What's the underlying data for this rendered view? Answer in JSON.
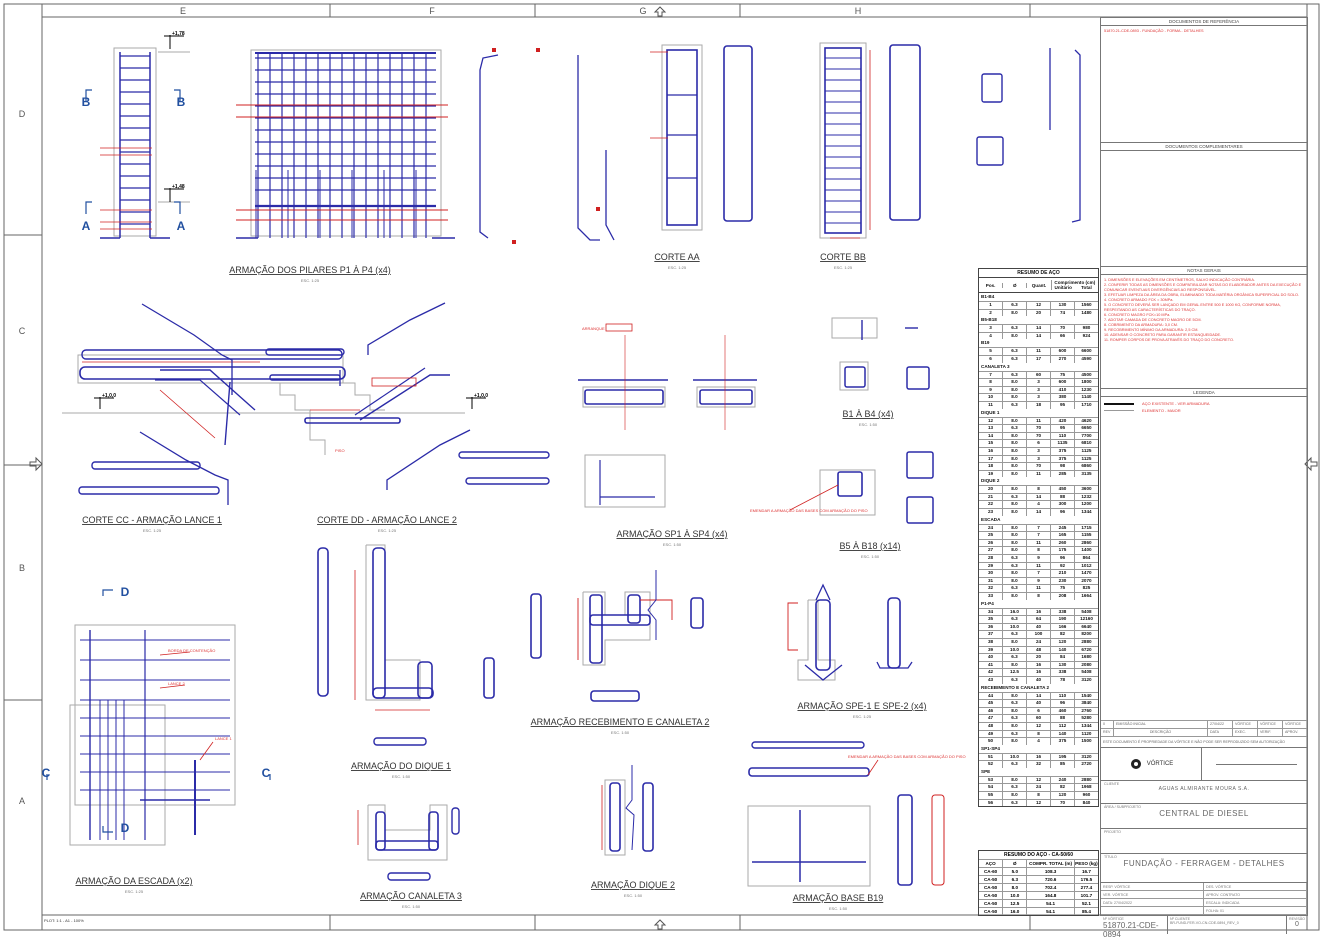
{
  "frame": {
    "columns": [
      "E",
      "F",
      "G",
      "H"
    ],
    "rows": [
      "D",
      "C",
      "B",
      "A"
    ],
    "plot_stamp": "PLOT: 1:1 - A1 - 100%"
  },
  "drawings": [
    {
      "title": "ARMAÇÃO DOS PILARES P1 À P4 (x4)",
      "scale": "ESC. 1:25"
    },
    {
      "title": "CORTE AA",
      "scale": "ESC. 1:25"
    },
    {
      "title": "CORTE BB",
      "scale": "ESC. 1:25"
    },
    {
      "title": "CORTE CC - ARMAÇÃO LANCE 1",
      "scale": "ESC. 1:25"
    },
    {
      "title": "CORTE DD - ARMAÇÃO LANCE 2",
      "scale": "ESC. 1:25"
    },
    {
      "title": "ARMAÇÃO SP1 À SP4 (x4)",
      "scale": "ESC. 1:50"
    },
    {
      "title": "B1 À B4 (x4)",
      "scale": "ESC. 1:50"
    },
    {
      "title": "B5 À B18 (x14)",
      "scale": "ESC. 1:50"
    },
    {
      "title": "ARMAÇÃO DO DIQUE 1",
      "scale": "ESC. 1:50"
    },
    {
      "title": "ARMAÇÃO RECEBIMENTO E CANALETA 2",
      "scale": "ESC. 1:50"
    },
    {
      "title": "ARMAÇÃO SPE-1 E SPE-2 (x4)",
      "scale": "ESC. 1:25"
    },
    {
      "title": "ARMAÇÃO DA ESCADA (x2)",
      "scale": "ESC. 1:25"
    },
    {
      "title": "ARMAÇÃO CANALETA 3",
      "scale": "ESC. 1:50"
    },
    {
      "title": "ARMAÇÃO DIQUE 2",
      "scale": "ESC. 1:50"
    },
    {
      "title": "ARMAÇÃO BASE B19",
      "scale": "ESC. 1:50"
    }
  ],
  "section_marks": {
    "a": "A",
    "b": "B",
    "c": "C",
    "d": "D"
  },
  "levels": {
    "top": "+1,78",
    "mid": "+1,48",
    "stair": "+1,0,0"
  },
  "annotations": {
    "escada_label1": "BORDA DE CONTENÇÃO",
    "escada_label2": "LANCE 2",
    "escada_label3": "LANCE 1",
    "base_note": "EMENDAR A ARMAÇÃO DAS BASES COM ARMAÇÃO DO PISO",
    "b5_note": "EMENDAR A ARMAÇÃO DAS BASES COM ARMAÇÃO DO PISO",
    "dd_label": "PISO",
    "sp_label": "ARRANQUE"
  },
  "steel_table": {
    "title": "RESUMO DE AÇO",
    "headers": [
      "Pos.",
      "Ø",
      "Quant.",
      "Comprimento (cm)"
    ],
    "subheaders": [
      "Unitário",
      "Total"
    ],
    "groups": [
      {
        "name": "B1-B4",
        "rows": [
          [
            "1",
            "6.3",
            "12",
            "130",
            "1560"
          ],
          [
            "2",
            "8.0",
            "20",
            "74",
            "1480"
          ]
        ]
      },
      {
        "name": "B5-B18",
        "rows": [
          [
            "3",
            "6.3",
            "14",
            "70",
            "980"
          ],
          [
            "4",
            "8.0",
            "14",
            "66",
            "924"
          ]
        ]
      },
      {
        "name": "B19",
        "rows": [
          [
            "5",
            "6.3",
            "11",
            "600",
            "6600"
          ],
          [
            "6",
            "6.3",
            "17",
            "270",
            "4590"
          ]
        ]
      },
      {
        "name": "CANALETA 3",
        "rows": [
          [
            "7",
            "6.3",
            "60",
            "75",
            "4500"
          ],
          [
            "8",
            "8.0",
            "3",
            "600",
            "1800"
          ],
          [
            "9",
            "8.0",
            "3",
            "410",
            "1230"
          ],
          [
            "10",
            "8.0",
            "3",
            "380",
            "1140"
          ],
          [
            "11",
            "6.3",
            "18",
            "95",
            "1710"
          ]
        ]
      },
      {
        "name": "DIQUE 1",
        "rows": [
          [
            "12",
            "8.0",
            "11",
            "420",
            "4620"
          ],
          [
            "13",
            "6.3",
            "70",
            "95",
            "6650"
          ],
          [
            "14",
            "8.0",
            "70",
            "110",
            "7700"
          ],
          [
            "15",
            "8.0",
            "6",
            "1135",
            "6810"
          ],
          [
            "16",
            "8.0",
            "3",
            "375",
            "1125"
          ],
          [
            "17",
            "8.0",
            "3",
            "375",
            "1125"
          ],
          [
            "18",
            "8.0",
            "70",
            "98",
            "6860"
          ],
          [
            "19",
            "8.0",
            "11",
            "285",
            "3135"
          ]
        ]
      },
      {
        "name": "DIQUE 2",
        "rows": [
          [
            "20",
            "8.0",
            "8",
            "450",
            "3600"
          ],
          [
            "21",
            "6.3",
            "14",
            "88",
            "1232"
          ],
          [
            "22",
            "8.0",
            "4",
            "300",
            "1200"
          ],
          [
            "23",
            "8.0",
            "14",
            "96",
            "1344"
          ]
        ]
      },
      {
        "name": "ESCADA",
        "rows": [
          [
            "24",
            "8.0",
            "7",
            "245",
            "1715"
          ],
          [
            "25",
            "8.0",
            "7",
            "165",
            "1155"
          ],
          [
            "26",
            "8.0",
            "11",
            "260",
            "2860"
          ],
          [
            "27",
            "8.0",
            "8",
            "175",
            "1400"
          ],
          [
            "28",
            "6.3",
            "9",
            "96",
            "864"
          ],
          [
            "29",
            "6.3",
            "11",
            "92",
            "1012"
          ],
          [
            "30",
            "8.0",
            "7",
            "210",
            "1470"
          ],
          [
            "31",
            "8.0",
            "9",
            "230",
            "2070"
          ],
          [
            "32",
            "6.3",
            "11",
            "75",
            "825"
          ],
          [
            "33",
            "8.0",
            "8",
            "208",
            "1664"
          ]
        ]
      },
      {
        "name": "P1-P4",
        "rows": [
          [
            "34",
            "16.0",
            "16",
            "338",
            "5408"
          ],
          [
            "35",
            "6.3",
            "64",
            "190",
            "12160"
          ],
          [
            "36",
            "10.0",
            "40",
            "166",
            "6640"
          ],
          [
            "37",
            "6.3",
            "100",
            "82",
            "8200"
          ],
          [
            "38",
            "8.0",
            "24",
            "120",
            "2880"
          ],
          [
            "39",
            "10.0",
            "48",
            "140",
            "6720"
          ],
          [
            "40",
            "6.3",
            "20",
            "84",
            "1680"
          ],
          [
            "41",
            "8.0",
            "16",
            "130",
            "2080"
          ],
          [
            "42",
            "12.5",
            "16",
            "338",
            "5408"
          ],
          [
            "43",
            "6.3",
            "40",
            "78",
            "3120"
          ]
        ]
      },
      {
        "name": "RECEBIMENTO E CANALETA 2",
        "rows": [
          [
            "44",
            "8.0",
            "14",
            "110",
            "1540"
          ],
          [
            "45",
            "6.3",
            "40",
            "96",
            "3840"
          ],
          [
            "46",
            "8.0",
            "6",
            "460",
            "2760"
          ],
          [
            "47",
            "6.3",
            "60",
            "88",
            "5280"
          ],
          [
            "48",
            "8.0",
            "12",
            "112",
            "1344"
          ],
          [
            "49",
            "6.3",
            "8",
            "140",
            "1120"
          ],
          [
            "50",
            "8.0",
            "4",
            "375",
            "1500"
          ]
        ]
      },
      {
        "name": "SP1-SP4",
        "rows": [
          [
            "51",
            "10.0",
            "16",
            "195",
            "3120"
          ],
          [
            "52",
            "6.3",
            "32",
            "85",
            "2720"
          ]
        ]
      },
      {
        "name": "SPE",
        "rows": [
          [
            "53",
            "8.0",
            "12",
            "240",
            "2880"
          ],
          [
            "54",
            "6.3",
            "24",
            "82",
            "1968"
          ],
          [
            "55",
            "8.0",
            "8",
            "120",
            "960"
          ],
          [
            "56",
            "6.3",
            "12",
            "70",
            "840"
          ]
        ]
      }
    ]
  },
  "summary_table": {
    "title": "RESUMO DO AÇO - CA-50/60",
    "headers": [
      "AÇO",
      "Ø",
      "COMPR. TOTAL (m)",
      "PESO (kg)"
    ],
    "rows": [
      [
        "CA-60",
        "5.0",
        "108.3",
        "16.7"
      ],
      [
        "CA-50",
        "6.3",
        "720.6",
        "176.5"
      ],
      [
        "CA-50",
        "8.0",
        "702.4",
        "277.4"
      ],
      [
        "CA-50",
        "10.0",
        "164.8",
        "101.7"
      ],
      [
        "CA-50",
        "12.5",
        "54.1",
        "52.1"
      ],
      [
        "CA-50",
        "16.0",
        "54.1",
        "85.4"
      ]
    ]
  },
  "panel": {
    "ref_title": "DOCUMENTOS DE REFERÊNCIA",
    "ref_items": [
      "51870.21-CDE-0893 - FUNDAÇÃO - FORMA - DETALHES"
    ],
    "comp_title": "DOCUMENTOS COMPLEMENTARES",
    "notes_title": "NOTAS GERAIS",
    "notes": [
      "1. DIMENSÕES E ELEVAÇÕES EM CENTÍMETROS, SALVO INDICAÇÃO CONTRÁRIA.",
      "2. CONFERIR TODAS AS DIMENSÕES E COMPATIBILIZAR NOTAS DO ELABORADOR ANTES DA EXECUÇÃO E COMUNICAR EVENTUAIS DIVERGÊNCIAS AO RESPONSÁVEL.",
      "3. EFETUAR LIMPEZA DA ÁREA DA OBRA, ELIMINANDO TODA MATÉRIA ORGÂNICA SUPERFICIAL DO SOLO.",
      "4. CONCRETO ARMADO FCK = 30MPa.",
      "5. O CONCRETO DEVERÁ SER LANÇADO EM GERAL ENTRE 500 E 1000 KG, CONFORME NORMA, RESPEITANDO AS CARACTERÍSTICAS DO TRAÇO.",
      "6. CONCRETO MAGRO FCK=10 MPa.",
      "7. ADOTAR CAMADA DE CONCRETO MAGRO DE 5CM.",
      "8. COBRIMENTO DA ARMADURA: 3,0 CM.",
      "9. RECOBRIMENTO MÍNIMO DA ARMADURA: 2,5 CM.",
      "10. ADENSAR O CONCRETO PARA GARANTIR ESTANQUEIDADE.",
      "11. ROMPER CORPOS DE PROVA ATRAVÉS DO TRAÇO DO CONCRETO."
    ],
    "legend_title": "LEGENDA",
    "legend": [
      "AÇO EXISTENTE - VER ARMADURA",
      "ELEMENTO - MAIOR"
    ],
    "revisions": [
      [
        "0",
        "EMISSÃO INICIAL",
        "27/04/22",
        "VÓRTICE",
        "VÓRTICE",
        "VÓRTICE"
      ]
    ],
    "rev_headers": [
      "REV",
      "DESCRIÇÃO",
      "DATA",
      "EXEC.",
      "VERIF.",
      "APROV."
    ],
    "disclaimer": "ESTE DOCUMENTO É PROPRIEDADE DA VÓRTICE E NÃO PODE SER REPRODUZIDO SEM AUTORIZAÇÃO",
    "company": "VÓRTICE",
    "client_label": "CLIENTE",
    "client": "AGUAS ALMIRANTE MOURA S.A.",
    "area_label": "ÁREA / SUBPROJETO",
    "area": "CENTRAL DE DIESEL",
    "project_label": "PROJETO",
    "title_label": "TÍTULO",
    "title": "FUNDAÇÃO - FERRAGEM - DETALHES",
    "fields": [
      "RESP. VÓRTICE",
      "DES. VÓRTICE",
      "VER. VÓRTICE",
      "APROV. CONTRATO",
      "DATA: 27/04/2022",
      "ESCALA: INDICADA",
      "",
      "FOLHA: 01"
    ],
    "doc_label": "Nº VÓRTICE",
    "doc_number": "51870.21-CDE-0894",
    "file_label": "Nº CLIENTE",
    "file_name": "BR-FUND-FER-VO-CN-CDE-0894_REV_0",
    "rev_label": "REVISÃO",
    "rev": "0"
  }
}
